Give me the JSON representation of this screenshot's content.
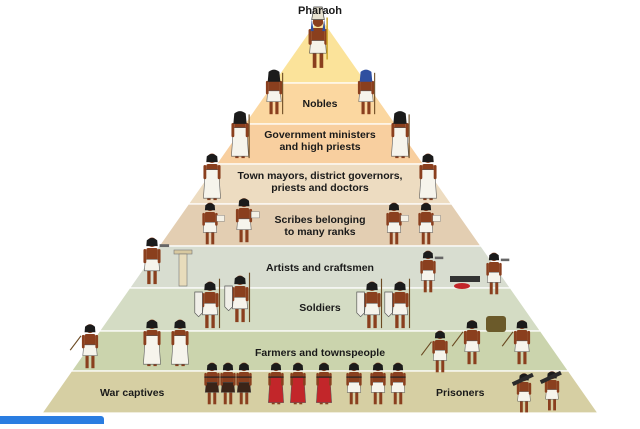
{
  "title": "Pharaoh",
  "tiers": [
    {
      "label": "Nobles"
    },
    {
      "label": "Government ministers\nand high priests"
    },
    {
      "label": "Town mayors, district governors,\npriests and doctors"
    },
    {
      "label": "Scribes belonging\nto many ranks"
    },
    {
      "label": "Artists and craftsmen"
    },
    {
      "label": "Soldiers"
    },
    {
      "label": "Farmers and townspeople"
    }
  ],
  "bottom": {
    "left_label": "War captives",
    "right_label": "Prisoners"
  },
  "colors": {
    "tiers": [
      "#fbe39a",
      "#fbd7a0",
      "#f8cf9f",
      "#eddcc1",
      "#e3ceb2",
      "#d8ddd0",
      "#d4dcc4",
      "#cbd4ad",
      "#d6cfa3",
      "#c2d3a8"
    ],
    "skin": "#8a3f1e",
    "hair": "#1b1b1b",
    "linen": "#f6f4ec"
  },
  "icons": [
    "pharaoh-figure",
    "noble-figure",
    "minister-figure",
    "official-figure",
    "scribe-figure",
    "craftsman-figure",
    "soldier-figure",
    "farmer-figure",
    "captive-figure",
    "prisoner-figure"
  ]
}
